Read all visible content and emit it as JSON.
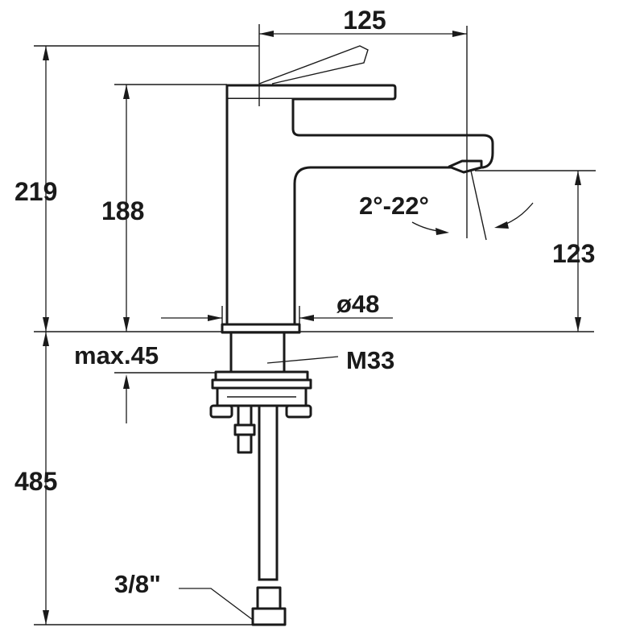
{
  "drawing": {
    "dimensions": {
      "lever_reach": "125",
      "total_height": "219",
      "spout_height": "188",
      "aerator_angle": "2°-22°",
      "outlet_height": "123",
      "body_diameter": "ø48",
      "max_deck_thickness": "max.45",
      "thread_size": "M33",
      "hose_length": "485",
      "connection": "3/8\""
    }
  }
}
